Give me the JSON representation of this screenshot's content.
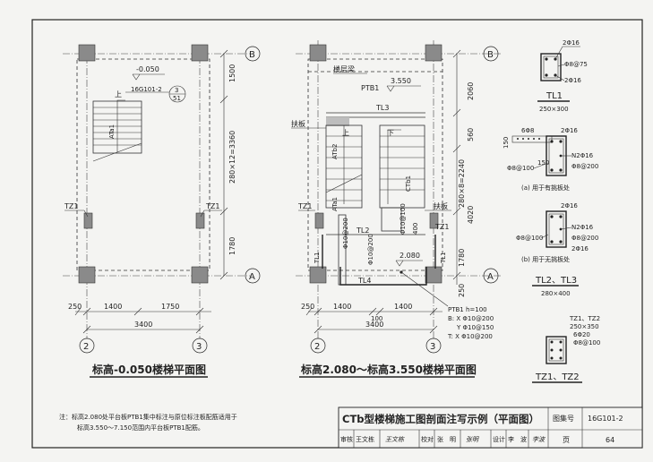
{
  "grid": {
    "a": "A",
    "b": "B",
    "two": "2",
    "three": "3"
  },
  "left_plan": {
    "title": "标高-0.050楼梯平面图",
    "elev": "-0.050",
    "ref": "16G101-2",
    "detail_num": "3",
    "detail_page": "51",
    "up": "上",
    "flight": "ATa1",
    "tz1_left": "TZ1",
    "tz1_right": "TZ1",
    "dim_top": "1500",
    "dim_mid": "280×12=3360",
    "dim_bot": "1780",
    "dim_250": "250",
    "dim_1400": "1400",
    "dim_1750": "1750",
    "dim_total": "3400"
  },
  "right_plan": {
    "title": "标高2.080～标高3.550楼梯平面图",
    "stair_beam": "楼层梁",
    "ptb1": "PTB1",
    "elev_top": "3.550",
    "tl3": "TL3",
    "handrail_left": "扶板",
    "handrail_right": "扶板",
    "up": "上",
    "down": "下",
    "atb2": "ATb2",
    "ctb1": "CTb1",
    "ata1": "ATa1",
    "tz1_left": "TZ1",
    "tz1_right": "TZ1",
    "tl2": "TL2",
    "tl1_left": "TL1",
    "tl1_right": "TL1",
    "tl4": "TL4",
    "elev_mid": "2.080",
    "rebar_x": "Φ10@200",
    "rebar_y": "Φ10@200",
    "rebar_mid": "Φ10@100",
    "dim_400": "400",
    "dim_2060": "2060",
    "dim_560": "560",
    "dim_mid": "280×8=2240",
    "dim_4020": "4020",
    "dim_1780": "1780",
    "dim_250_bot": "250",
    "dim_250": "250",
    "dim_1400a": "1400",
    "dim_1400b": "1400",
    "dim_100": "100",
    "dim_total": "3400",
    "ptb_note_1": "PTB1 h=100",
    "ptb_note_2": "B: X Φ10@200",
    "ptb_note_3": "Y Φ10@150",
    "ptb_note_4": "T: X Φ10@200"
  },
  "sections": {
    "tl1_top": "2Φ16",
    "tl1_stir": "Φ8@75",
    "tl1_bot": "2Φ16",
    "tl1_name": "TL1",
    "tl1_size": "250×300",
    "a_top1": "6Φ8",
    "a_top2": "2Φ16",
    "a_n": "N2Φ16",
    "a_stir": "Φ8@200",
    "a_left": "Φ8@100",
    "a_dim1": "150",
    "a_dim2": "150",
    "a_caption": "(a) 用于有挑板处",
    "b_top": "2Φ16",
    "b_n": "N2Φ16",
    "b_stir": "Φ8@200",
    "b_left": "Φ8@100",
    "b_bot": "2Φ16",
    "b_caption": "(b) 用于无挑板处",
    "tl23_name": "TL2、TL3",
    "tl23_size": "280×400",
    "tz_name": "TZ1、TZ2",
    "tz_size": "250×350",
    "tz_main": "6Φ20",
    "tz_stir": "Φ8@100",
    "tz_label": "TZ1、TZ2"
  },
  "note": {
    "line1": "注：标高2.080处平台板PTB1集中标注与原位标注板配筋适用于",
    "line2": "标高3.550～7.150范围内平台板PTB1配筋。"
  },
  "titleblock": {
    "title": "CTb型楼梯施工图剖面注写示例（平面图）",
    "atlas_label": "图集号",
    "atlas_no": "16G101-2",
    "review_label": "审核",
    "reviewer": "王文栋",
    "reviewer_sig": "王文栋",
    "check_label": "校对",
    "checker": "张　明",
    "checker_sig": "张明",
    "design_label": "设计",
    "designer": "李　波",
    "designer_sig": "李波",
    "page_label": "页",
    "page_no": "64"
  }
}
